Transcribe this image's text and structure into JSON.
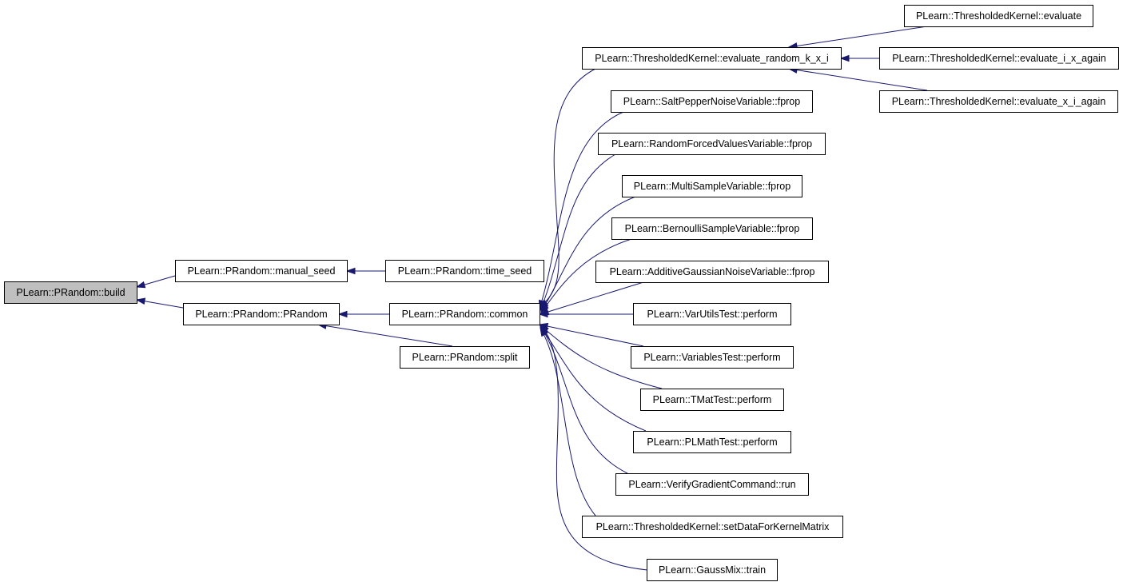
{
  "graph": {
    "edge_color": "#191970",
    "root_fill": "#bfbfbf",
    "nodes": [
      {
        "id": "build",
        "label": "PLearn::PRandom::build",
        "root": true
      },
      {
        "id": "manual_seed",
        "label": "PLearn::PRandom::manual_seed"
      },
      {
        "id": "prandom",
        "label": "PLearn::PRandom::PRandom"
      },
      {
        "id": "time_seed",
        "label": "PLearn::PRandom::time_seed"
      },
      {
        "id": "common",
        "label": "PLearn::PRandom::common"
      },
      {
        "id": "split",
        "label": "PLearn::PRandom::split"
      },
      {
        "id": "eval_rand",
        "label": "PLearn::ThresholdedKernel::evaluate_random_k_x_i"
      },
      {
        "id": "saltpepper",
        "label": "PLearn::SaltPepperNoiseVariable::fprop"
      },
      {
        "id": "randforced",
        "label": "PLearn::RandomForcedValuesVariable::fprop"
      },
      {
        "id": "multisample",
        "label": "PLearn::MultiSampleVariable::fprop"
      },
      {
        "id": "bernoulli",
        "label": "PLearn::BernoulliSampleVariable::fprop"
      },
      {
        "id": "additive",
        "label": "PLearn::AdditiveGaussianNoiseVariable::fprop"
      },
      {
        "id": "varutils",
        "label": "PLearn::VarUtilsTest::perform"
      },
      {
        "id": "variables",
        "label": "PLearn::VariablesTest::perform"
      },
      {
        "id": "tmat",
        "label": "PLearn::TMatTest::perform"
      },
      {
        "id": "plmath",
        "label": "PLearn::PLMathTest::perform"
      },
      {
        "id": "verifygrad",
        "label": "PLearn::VerifyGradientCommand::run"
      },
      {
        "id": "setdata",
        "label": "PLearn::ThresholdedKernel::setDataForKernelMatrix"
      },
      {
        "id": "gaussmix",
        "label": "PLearn::GaussMix::train"
      },
      {
        "id": "evaluate",
        "label": "PLearn::ThresholdedKernel::evaluate"
      },
      {
        "id": "eval_ixa",
        "label": "PLearn::ThresholdedKernel::evaluate_i_x_again"
      },
      {
        "id": "eval_xia",
        "label": "PLearn::ThresholdedKernel::evaluate_x_i_again"
      }
    ],
    "edges": [
      {
        "from": "manual_seed",
        "to": "build"
      },
      {
        "from": "prandom",
        "to": "build"
      },
      {
        "from": "time_seed",
        "to": "manual_seed"
      },
      {
        "from": "common",
        "to": "prandom"
      },
      {
        "from": "split",
        "to": "prandom"
      },
      {
        "from": "eval_rand",
        "to": "common"
      },
      {
        "from": "saltpepper",
        "to": "common"
      },
      {
        "from": "randforced",
        "to": "common"
      },
      {
        "from": "multisample",
        "to": "common"
      },
      {
        "from": "bernoulli",
        "to": "common"
      },
      {
        "from": "additive",
        "to": "common"
      },
      {
        "from": "varutils",
        "to": "common"
      },
      {
        "from": "variables",
        "to": "common"
      },
      {
        "from": "tmat",
        "to": "common"
      },
      {
        "from": "plmath",
        "to": "common"
      },
      {
        "from": "verifygrad",
        "to": "common"
      },
      {
        "from": "setdata",
        "to": "common"
      },
      {
        "from": "gaussmix",
        "to": "common"
      },
      {
        "from": "evaluate",
        "to": "eval_rand"
      },
      {
        "from": "eval_ixa",
        "to": "eval_rand"
      },
      {
        "from": "eval_xia",
        "to": "eval_rand"
      }
    ]
  }
}
